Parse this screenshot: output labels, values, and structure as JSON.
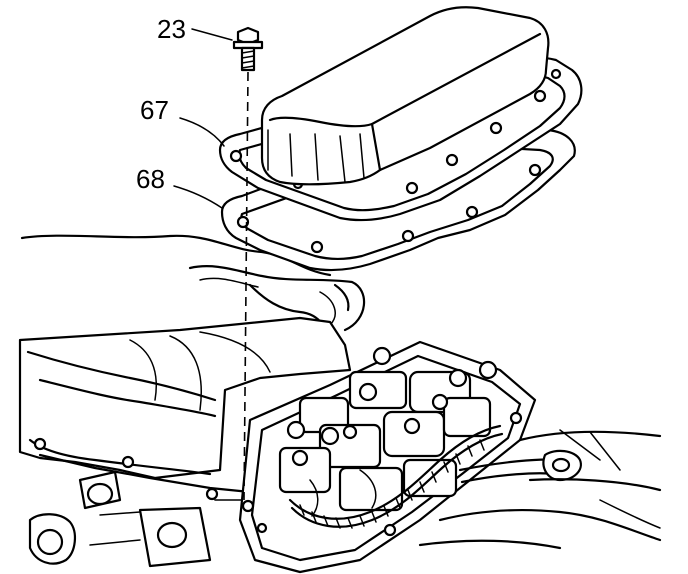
{
  "callouts": {
    "bolt": "23",
    "cover": "67",
    "gasket": "68"
  },
  "colors": {
    "line": "#000000",
    "background": "#ffffff"
  }
}
